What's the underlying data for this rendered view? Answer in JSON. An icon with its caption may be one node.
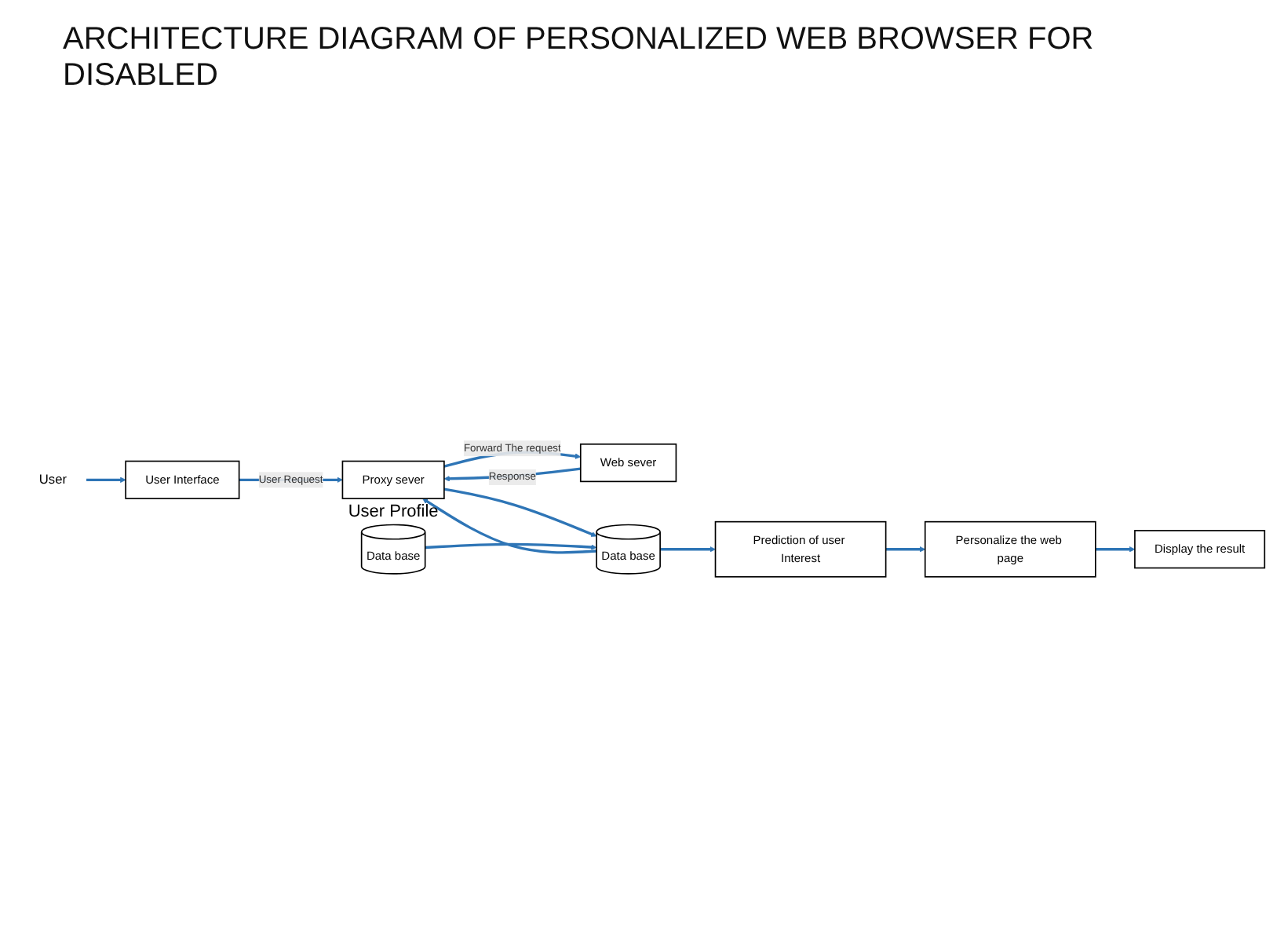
{
  "diagram": {
    "title": "ARCHITECTURE DIAGRAM OF PERSONALIZED WEB BROWSER FOR DISABLED",
    "nodes": [
      {
        "text": [
          "User"
        ]
      },
      {
        "text": [
          "User Interface"
        ]
      },
      {
        "text": [
          "Proxy sever"
        ]
      },
      {
        "text": [
          "Web sever"
        ]
      },
      {
        "text": [
          "Personalize the web page"
        ]
      },
      {
        "text": [
          "Prediction of user Interest"
        ]
      },
      {
        "text": [
          "Data base"
        ]
      },
      {
        "text": [
          "Data base"
        ],
        "beside": [
          "User Profile"
        ]
      },
      {
        "text": [
          "Display the result"
        ]
      }
    ],
    "edges": [
      {
        "from": 0,
        "to": 1,
        "arrow": "to"
      },
      {
        "from": 1,
        "to": 2,
        "arrow": "to",
        "label": "User Request"
      },
      {
        "from": 2,
        "to": 3,
        "arrow": "to",
        "label": "Forward The request"
      },
      {
        "from": 3,
        "to": 2,
        "arrow": "to",
        "label": "Response"
      },
      {
        "from": 6,
        "to": 2,
        "arrow": "to"
      },
      {
        "from": 2,
        "to": 6,
        "arrow": "to"
      },
      {
        "from": 7,
        "to": 6,
        "arrow": "to"
      },
      {
        "from": 6,
        "to": 5,
        "arrow": "to"
      },
      {
        "from": 5,
        "to": 4,
        "arrow": "to"
      },
      {
        "from": 4,
        "to": 8,
        "arrow": "to"
      }
    ]
  }
}
